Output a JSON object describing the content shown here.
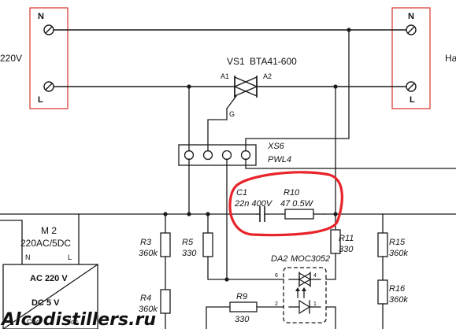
{
  "left_terminal": {
    "n_label": "N",
    "l_label": "L",
    "voltage_label": "220V"
  },
  "right_terminal": {
    "n_label": "N",
    "l_label": "L",
    "side_label": "На"
  },
  "triac": {
    "ref": "VS1",
    "part": "BTA41-600",
    "pin_a1": "A1",
    "pin_a2": "A2",
    "pin_g": "G"
  },
  "connector": {
    "ref": "XS6",
    "part": "PWL4"
  },
  "power_module": {
    "ref": "M 2",
    "part": "220AC/5DC",
    "pin_n": "N",
    "pin_l": "L",
    "ac_label": "AC 220 V",
    "dc_label": "DC 5 V",
    "gnd_label": "Gnd",
    "vcc_label": "Vcc"
  },
  "snubber": {
    "cap_ref": "C1",
    "cap_value": "22n 400V",
    "res_ref": "R10",
    "res_value": "47 0.5W",
    "highlight_color": "#e8232a"
  },
  "resistors": [
    {
      "ref": "R3",
      "value": "360k"
    },
    {
      "ref": "R4",
      "value": "360k"
    },
    {
      "ref": "R5",
      "value": "330"
    },
    {
      "ref": "R11",
      "value": "330"
    },
    {
      "ref": "R15",
      "value": "360k"
    },
    {
      "ref": "R16",
      "value": "360k"
    },
    {
      "ref": "R9",
      "value": "330"
    }
  ],
  "optotriac": {
    "ref": "DA2",
    "part": "MOC3052",
    "pin6": "6",
    "pin4": "4",
    "pin2": "2",
    "pin1": "1"
  },
  "watermark": "Alcodistillers.ru",
  "terminal_frame_color": "#d9322b"
}
